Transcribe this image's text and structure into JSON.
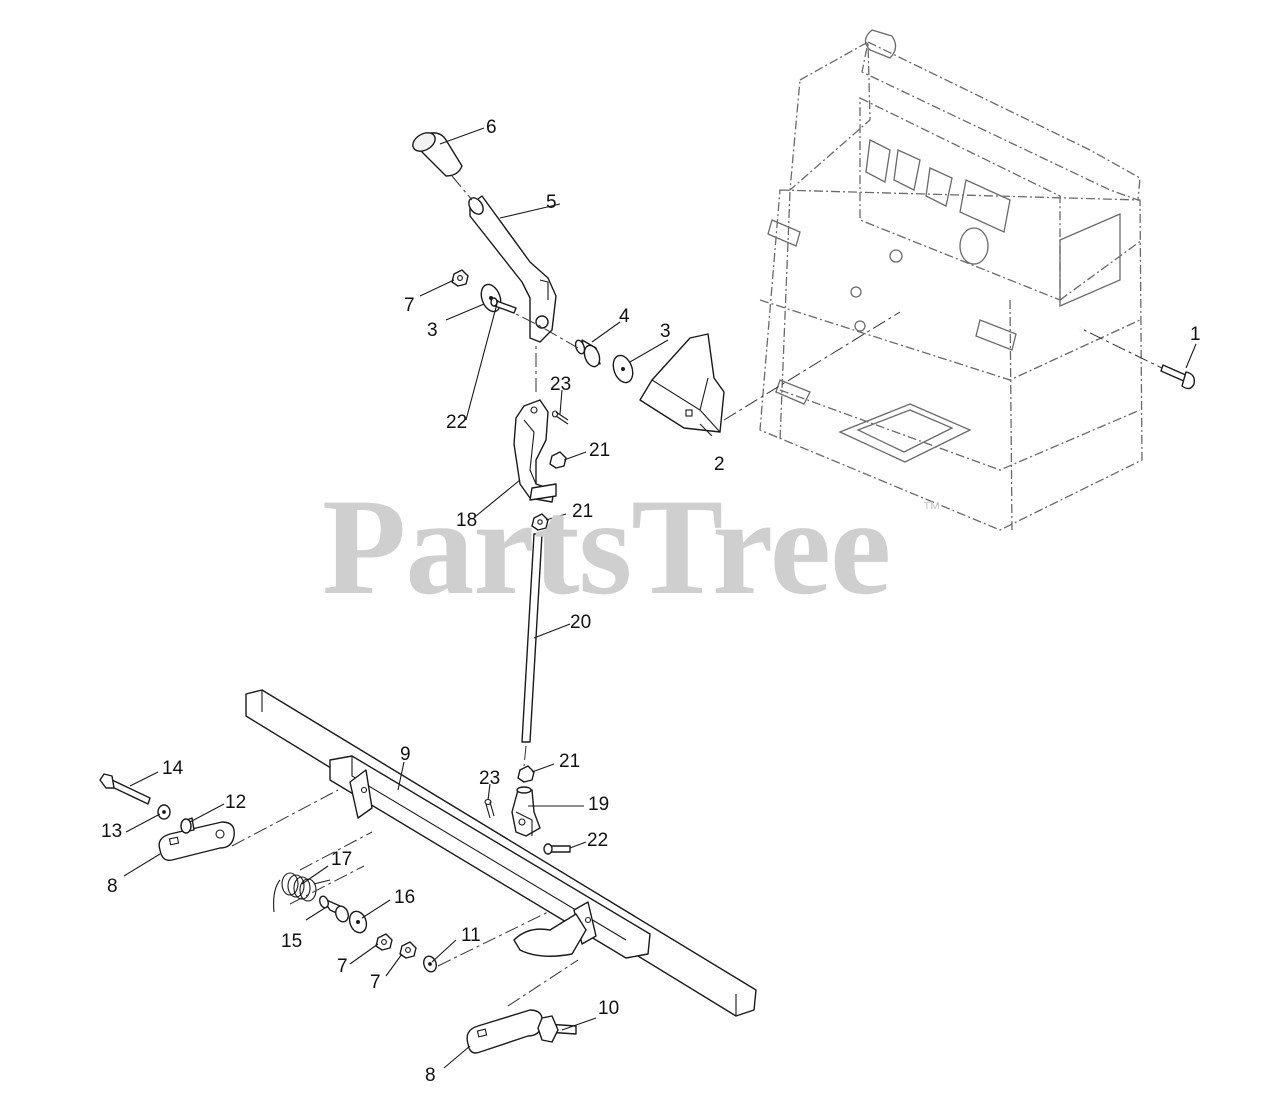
{
  "watermark": "PartsTree",
  "trademark": "™",
  "callouts": [
    "1",
    "2",
    "3",
    "3",
    "4",
    "5",
    "6",
    "7",
    "7",
    "7",
    "8",
    "8",
    "9",
    "10",
    "11",
    "12",
    "13",
    "14",
    "15",
    "16",
    "17",
    "18",
    "19",
    "20",
    "21",
    "21",
    "21",
    "22",
    "22",
    "23",
    "23"
  ]
}
